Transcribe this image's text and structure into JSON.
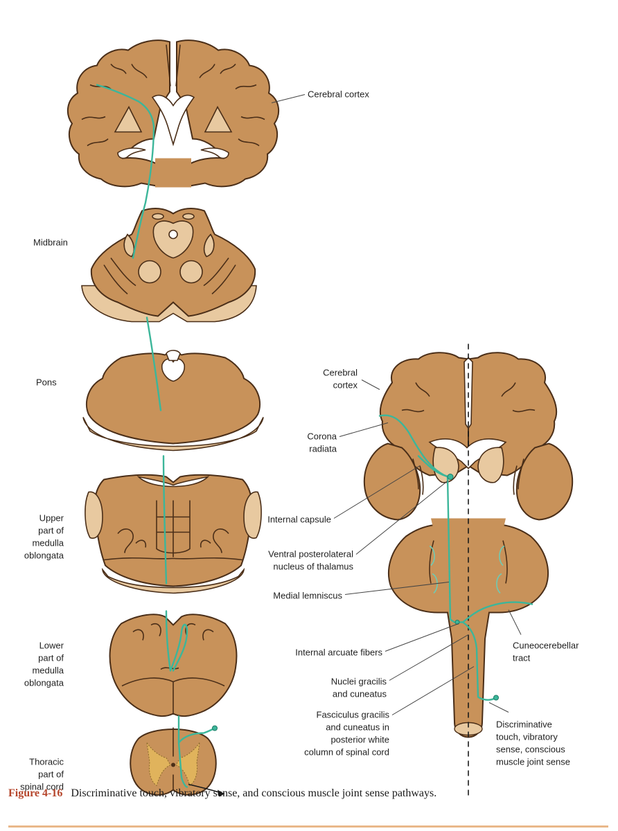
{
  "figure": {
    "number": "Figure 4-16",
    "caption": "Discriminative touch, vibratory sense, and conscious muscle joint sense pathways."
  },
  "left_labels": {
    "cerebral_cortex": "Cerebral cortex",
    "midbrain": "Midbrain",
    "pons": "Pons",
    "upper_medulla": [
      "Upper",
      "part of",
      "medulla",
      "oblongata"
    ],
    "lower_medulla": [
      "Lower",
      "part of",
      "medulla",
      "oblongata"
    ],
    "thoracic_cord": [
      "Thoracic",
      "part of",
      "spinal cord"
    ]
  },
  "right_labels": {
    "cerebral_cortex": [
      "Cerebral",
      "cortex"
    ],
    "corona_radiata": [
      "Corona",
      "radiata"
    ],
    "internal_capsule": "Internal capsule",
    "vpl_nucleus": [
      "Ventral posterolateral",
      "nucleus of thalamus"
    ],
    "medial_lemniscus": "Medial lemniscus",
    "internal_arcuate": "Internal arcuate fibers",
    "nuclei_gracilis": [
      "Nuclei gracilis",
      "and cuneatus"
    ],
    "fasciculus": [
      "Fasciculus gracilis",
      "and cuneatus in",
      "posterior white",
      "column of spinal cord"
    ],
    "cuneocerebellar": [
      "Cuneocerebellar",
      "tract"
    ],
    "discriminative": [
      "Discriminative",
      "touch, vibratory",
      "sense, conscious",
      "muscle joint sense"
    ]
  },
  "colors": {
    "tissue": "#c8925a",
    "tissue_light": "#e8c9a0",
    "outline": "#4a2e18",
    "tract": "#3cb69a",
    "figure_number": "#b5452b",
    "rule": "#e9b88a"
  }
}
